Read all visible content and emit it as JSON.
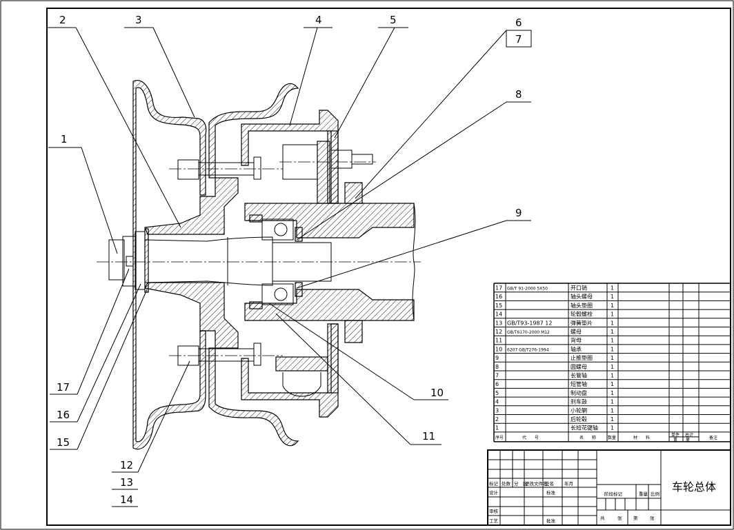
{
  "callouts": [
    {
      "num": "1"
    },
    {
      "num": "2"
    },
    {
      "num": "3"
    },
    {
      "num": "4"
    },
    {
      "num": "5"
    },
    {
      "num": "6"
    },
    {
      "num": "7"
    },
    {
      "num": "8"
    },
    {
      "num": "9"
    },
    {
      "num": "10"
    },
    {
      "num": "11"
    },
    {
      "num": "12"
    },
    {
      "num": "13"
    },
    {
      "num": "14"
    },
    {
      "num": "15"
    },
    {
      "num": "16"
    },
    {
      "num": "17"
    }
  ],
  "bom": {
    "rows": [
      {
        "no": "17",
        "code": "GB/T 91-2000 5X50",
        "name": "开口销",
        "qty": "1"
      },
      {
        "no": "16",
        "code": "",
        "name": "轴头螺母",
        "qty": "1"
      },
      {
        "no": "15",
        "code": "",
        "name": "轴头垫圈",
        "qty": "1"
      },
      {
        "no": "14",
        "code": "",
        "name": "轮毂螺栓",
        "qty": "1"
      },
      {
        "no": "13",
        "code": "GB/T93-1987 12",
        "name": "弹簧垫片",
        "qty": "1"
      },
      {
        "no": "12",
        "code": "GB/T6170-2000 M12",
        "name": "螺母",
        "qty": "1"
      },
      {
        "no": "11",
        "code": "",
        "name": "背母",
        "qty": "1"
      },
      {
        "no": "10",
        "code": "6207 GB/T276-1994",
        "name": "轴承",
        "qty": "1"
      },
      {
        "no": "9",
        "code": "",
        "name": "止推垫圈",
        "qty": "1"
      },
      {
        "no": "8",
        "code": "",
        "name": "圆螺母",
        "qty": "1"
      },
      {
        "no": "7",
        "code": "",
        "name": "长管轴",
        "qty": "1"
      },
      {
        "no": "6",
        "code": "",
        "name": "短管轴",
        "qty": "1"
      },
      {
        "no": "5",
        "code": "",
        "name": "制动盘",
        "qty": "1"
      },
      {
        "no": "4",
        "code": "",
        "name": "刹车鼓",
        "qty": "1"
      },
      {
        "no": "3",
        "code": "",
        "name": "小轮辋",
        "qty": "1"
      },
      {
        "no": "2",
        "code": "",
        "name": "后轮毂",
        "qty": "1"
      },
      {
        "no": "1",
        "code": "",
        "name": "长短花键轴",
        "qty": "1"
      }
    ],
    "header": {
      "no": "序号",
      "code": "代　　号",
      "name": "名　　称",
      "qty": "数量",
      "material": "材　　料",
      "unit_weight": "单件",
      "total_weight": "总计",
      "weight": "重　　量",
      "remark": "备注"
    }
  },
  "title_block": {
    "title": "车轮总体",
    "labels": {
      "mark": "标记",
      "count": "处数",
      "zone": "分　区",
      "doc": "更改文件名",
      "sign": "签名",
      "date": "年月",
      "design": "设计",
      "std": "标准",
      "stage": "阶段标记",
      "weight": "重量",
      "scale": "比例",
      "review": "审核",
      "process": "工艺",
      "approve": "批准",
      "total": "共",
      "sheet": "张",
      "page": "第",
      "sheet2": "张"
    }
  }
}
